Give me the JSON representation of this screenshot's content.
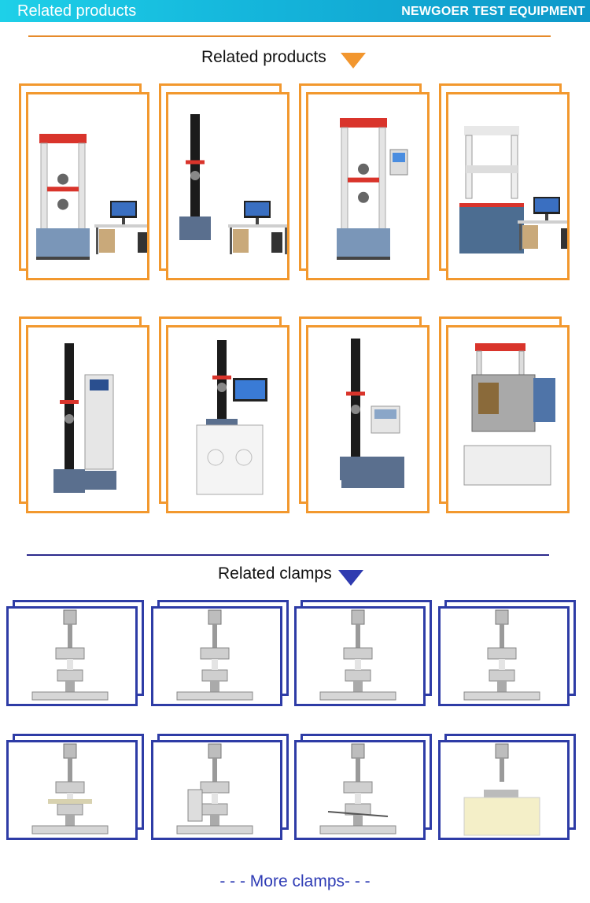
{
  "header": {
    "left_title": "Related products",
    "brand": "NEWGOER TEST EQUIPMENT"
  },
  "sections": {
    "products_title": "Related products",
    "clamps_title": "Related clamps"
  },
  "products": [
    {
      "name": "double-column-tensile-tester-with-computer-desk-1"
    },
    {
      "name": "single-column-tensile-tester-with-computer-desk"
    },
    {
      "name": "double-column-tensile-tester-with-touchscreen"
    },
    {
      "name": "hydraulic-universal-testing-machine-with-desk"
    },
    {
      "name": "single-column-tester-with-control-cabinet"
    },
    {
      "name": "single-column-tester-on-cabinet-with-monitor"
    },
    {
      "name": "single-column-tester-with-printer-panel"
    },
    {
      "name": "tensile-tester-with-environmental-chamber"
    }
  ],
  "clamps": [
    {
      "name": "wedge-grip-clamp-1"
    },
    {
      "name": "bending-fixture-clamp-1"
    },
    {
      "name": "flat-grip-clamp"
    },
    {
      "name": "peel-fixture-clamp"
    },
    {
      "name": "three-point-bending-clamp"
    },
    {
      "name": "wire-winding-clamp"
    },
    {
      "name": "probe-puncture-clamp"
    },
    {
      "name": "compression-foam-clamp"
    }
  ],
  "footer": {
    "more_label": "- - - More clamps- - -"
  },
  "colors": {
    "accent_orange": "#f2982e",
    "accent_blue": "#2e3ca6",
    "header_cyan": "#15b7dc"
  }
}
